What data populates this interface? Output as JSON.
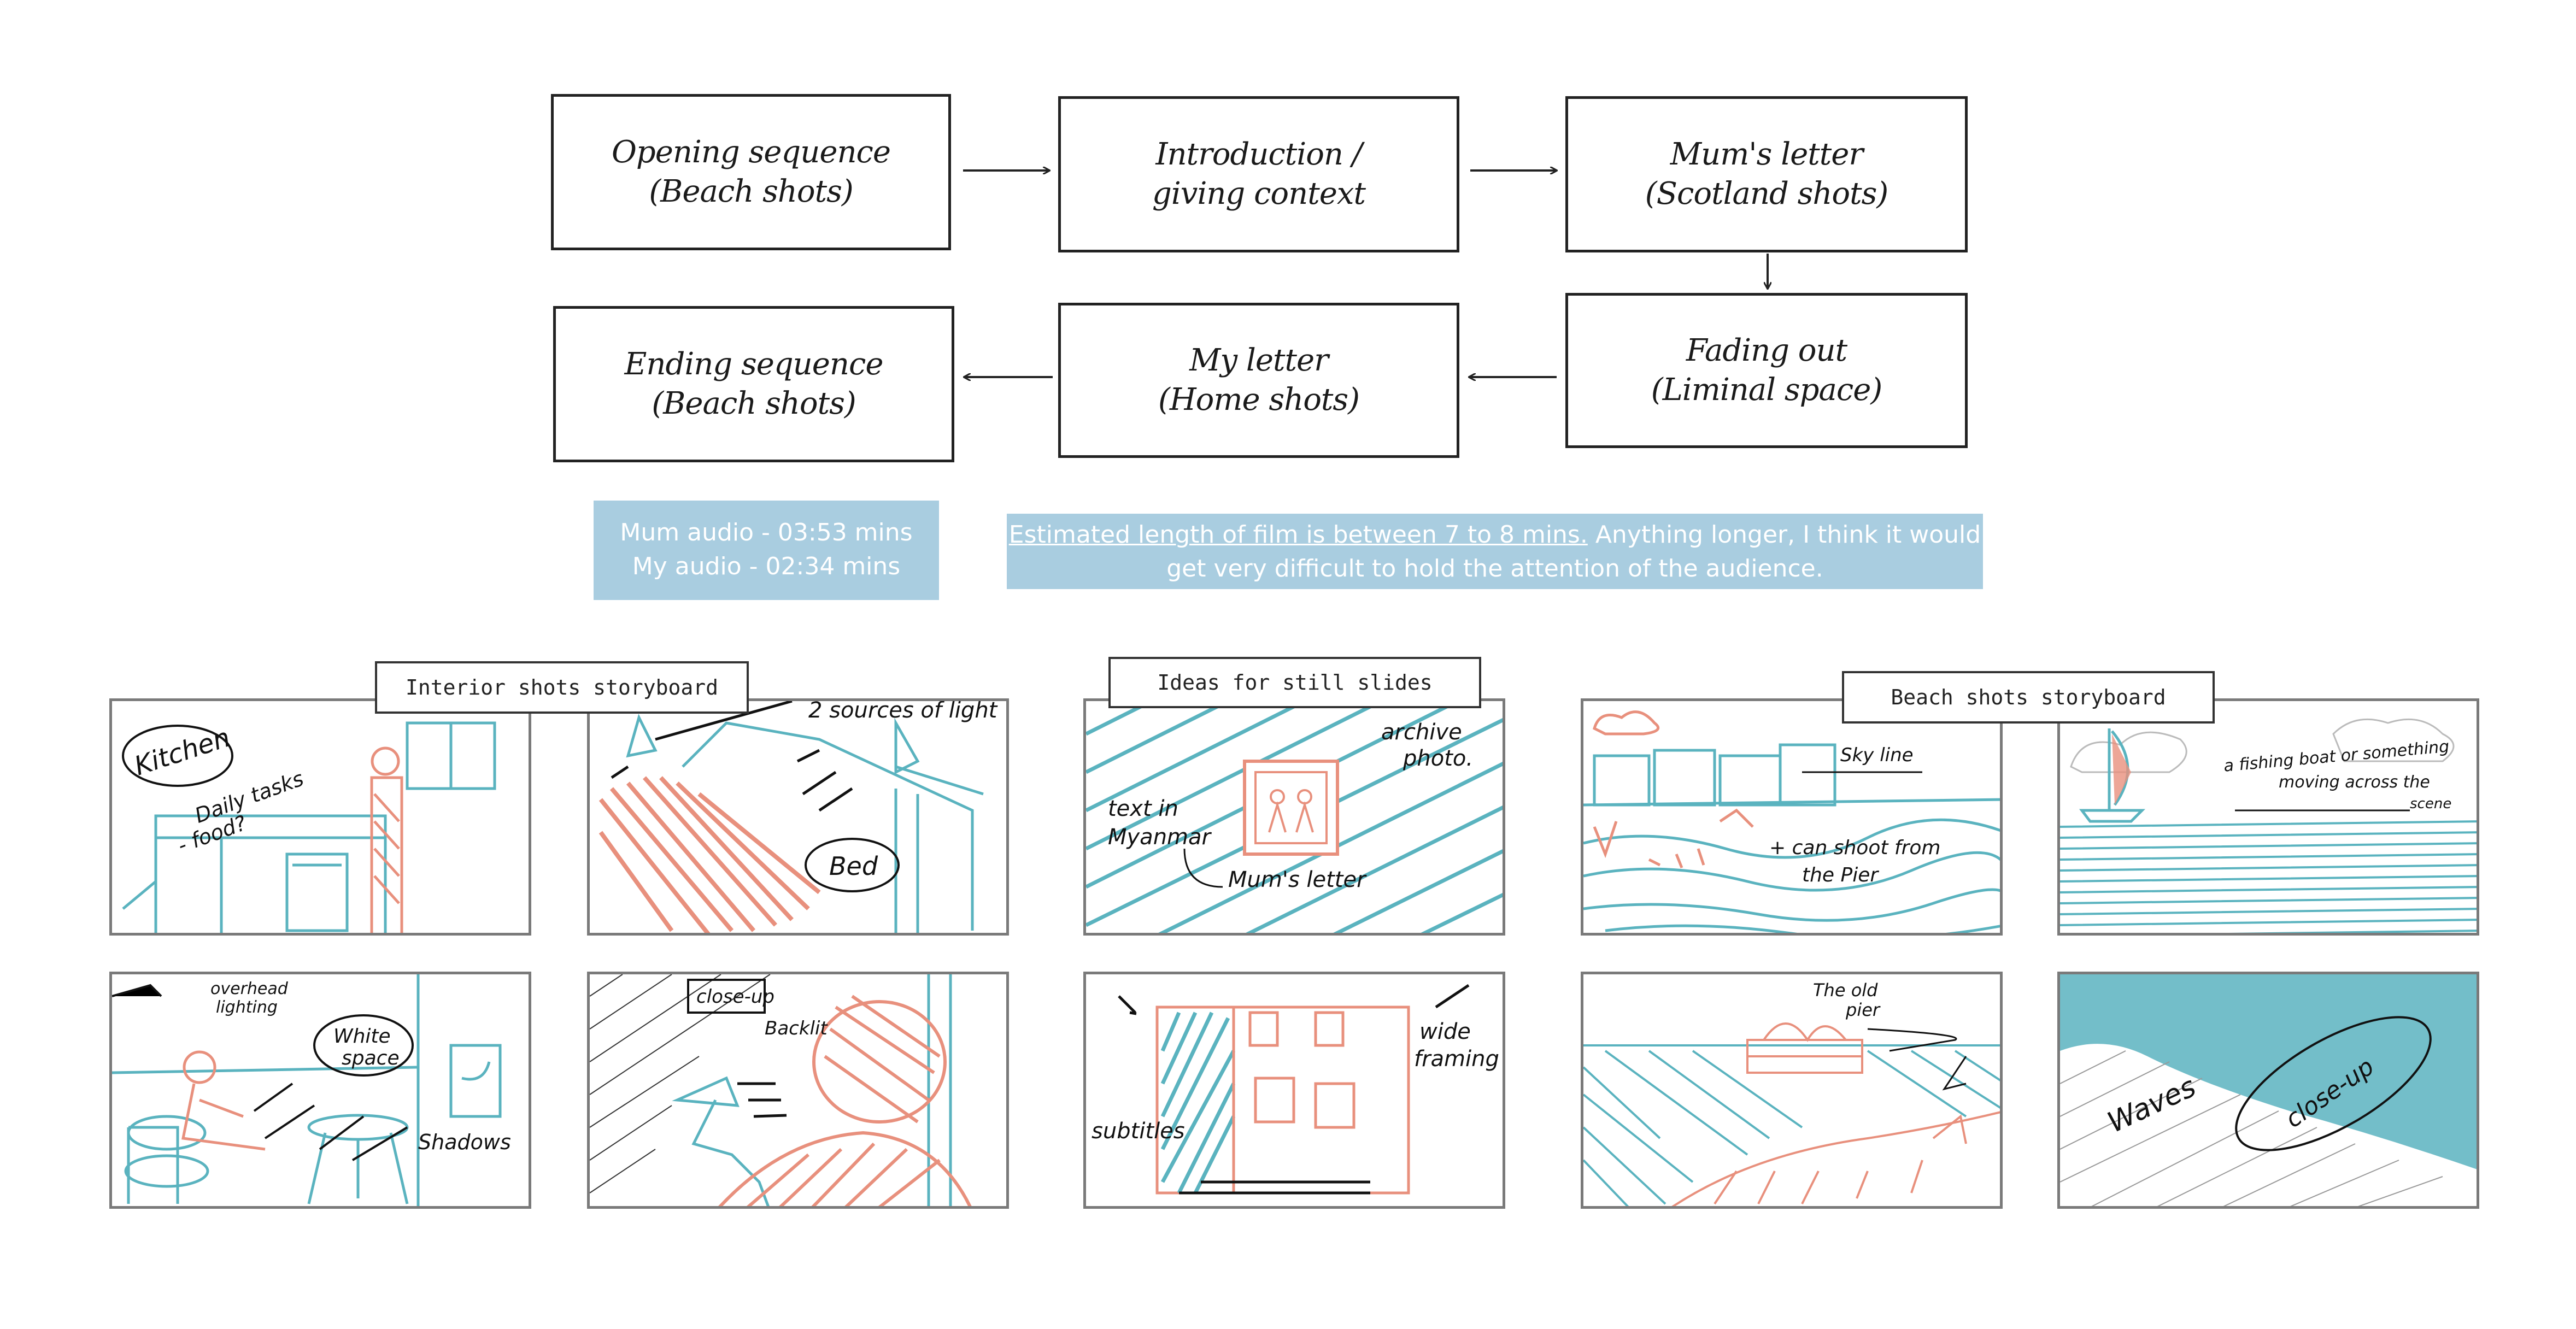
{
  "flowchart": {
    "steps": [
      {
        "line1": "Opening sequence",
        "line2": "(Beach shots)"
      },
      {
        "line1": "Introduction /",
        "line2": "giving context"
      },
      {
        "line1": "Mum's letter",
        "line2": "(Scotland shots)"
      },
      {
        "line1": "Fading out",
        "line2": "(Liminal space)"
      },
      {
        "line1": "My letter",
        "line2": "(Home shots)"
      },
      {
        "line1": "Ending sequence",
        "line2": "(Beach shots)"
      }
    ]
  },
  "audio_info": {
    "line1": "Mum audio - 03:53 mins",
    "line2": "My audio - 02:34 mins"
  },
  "length_info": {
    "underlined": "Estimated length of film is between 7 to 8 mins.",
    "rest": " Anything longer, I think it would",
    "line2": "get very difficult to hold the attention of the audience."
  },
  "storyboards": {
    "interior_label": "Interior shots storyboard",
    "stills_label": "Ideas for still slides",
    "beach_label": "Beach shots storyboard"
  },
  "sketch_notes": {
    "kitchen": "Kitchen",
    "daily_tasks": "Daily tasks",
    "food": "- food?",
    "two_sources": "2 sources of light",
    "bed": "Bed",
    "overhead": "overhead",
    "lighting": "lighting",
    "white": "White",
    "space": "space",
    "shadows": "Shadows",
    "close_up": "close-up",
    "backlit": "Backlit",
    "archive": "archive",
    "photo": "photo.",
    "text_in": "text in",
    "myanmar": "Myanmar",
    "mums_letter": "Mum's letter",
    "wide": "wide",
    "framing": "framing",
    "subtitles": "subtitles",
    "skyline": "Sky line",
    "can_shoot": "+ can shoot from",
    "the_pier": "the Pier",
    "boat1": "a fishing boat or something",
    "boat2": "moving across the",
    "scene": "scene",
    "old_pier": "The old",
    "pier": "pier",
    "waves": "Waves",
    "closeup2": "close-up"
  },
  "colors": {
    "teal": "#5ab3bf",
    "salmon": "#e8907d",
    "info_blue": "#a9cde0",
    "ink": "#111111"
  }
}
